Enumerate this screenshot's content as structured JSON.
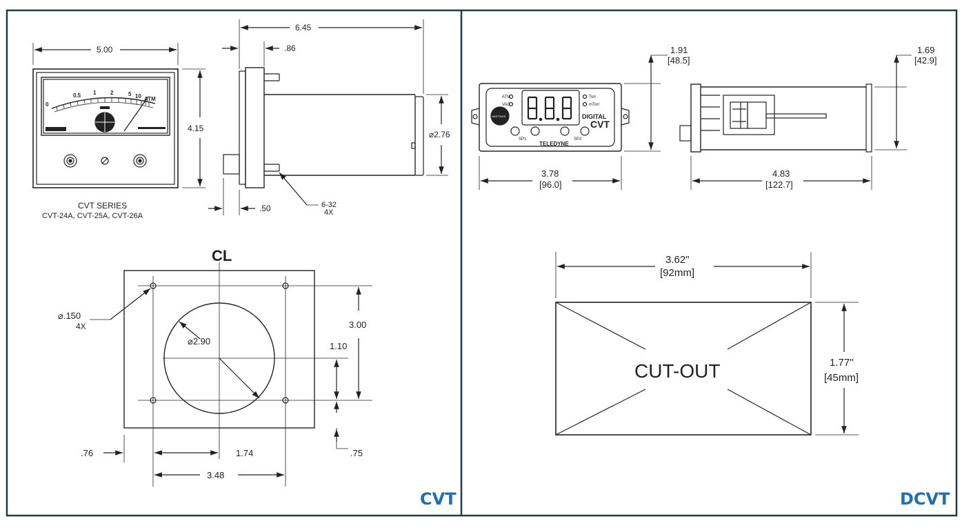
{
  "colors": {
    "frame": "#1f3a4a",
    "title": "#1f6fb4",
    "ink": "#222222",
    "paper": "#ffffff"
  },
  "panels": {
    "cvt": {
      "title": "CVT",
      "gauge_front": {
        "width_dim": "5.00",
        "height_dim": "4.15",
        "scale_labels": [
          "0",
          "0.5",
          "1",
          "2",
          "5",
          "10",
          "ATM"
        ]
      },
      "gauge_side": {
        "depth_dim": "6.45",
        "flange_dim": ".86",
        "diameter_dim": "⌀2.76",
        "rear_dim": ".50",
        "screw_note_1": "6-32",
        "screw_note_2": "4X"
      },
      "series_note_1": "CVT SERIES",
      "series_note_2": "CVT-24A, CVT-25A, CVT-26A",
      "cutout": {
        "centerline": "CL",
        "hole_dim": "⌀.150",
        "hole_count": "4X",
        "bore_dim": "⌀2.90",
        "vertical_spacing": "3.00",
        "half_spacing": "1.10",
        "left_margin": ".76",
        "bottom_margin": ".75",
        "half_width": "1.74",
        "full_width": "3.48"
      }
    },
    "dcvt": {
      "title": "DCVT",
      "front": {
        "width_in": "3.78",
        "width_mm": "[96.0]",
        "height_in": "1.91",
        "height_mm": "[48.5]",
        "label_atm": "ATM",
        "label_vac": "VAC",
        "label_torr": "Torr",
        "label_mtorr": "mTorr",
        "label_sp1": "SP1",
        "label_sp2": "SP2",
        "label_digital": "DIGITAL",
        "label_cvt": "CVT",
        "brand": "TELEDYNE",
        "badge": "HASTINGS"
      },
      "side": {
        "depth_in": "4.83",
        "depth_mm": "[122.7]",
        "height_in": "1.69",
        "height_mm": "[42.9]"
      },
      "cutout": {
        "width_in": "3.62\"",
        "width_mm": "[92mm]",
        "height_in": "1.77\"",
        "height_mm": "[45mm]",
        "label": "CUT-OUT"
      }
    }
  }
}
